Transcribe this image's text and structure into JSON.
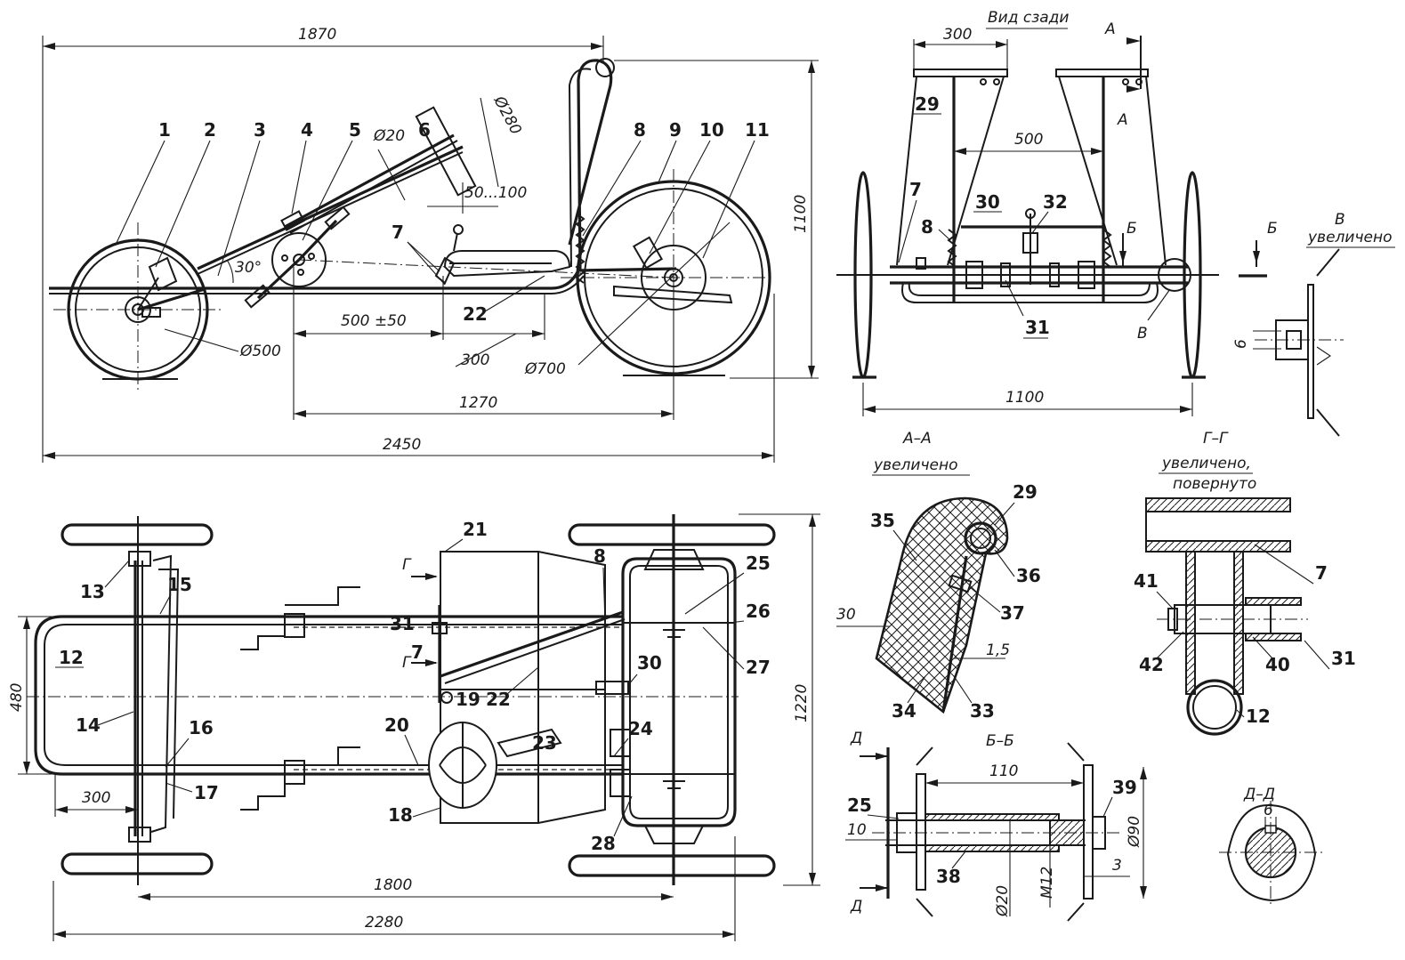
{
  "views": {
    "rear_view_title": "Вид сзади",
    "enlarged": "увеличено",
    "enlarged_rotated": "увеличено,",
    "rotated": "повернуто",
    "section_aa": "А–А",
    "section_bb": "Б–Б",
    "section_gg": "Г–Г",
    "section_dd": "Д–Д",
    "view_v": "В",
    "mark_a": "А",
    "mark_b": "Б",
    "mark_g": "Г",
    "mark_d": "Д",
    "mark_v": "В"
  },
  "dims": {
    "d1870": "1870",
    "d2450": "2450",
    "d1270": "1270",
    "d500pm": "500 ±50",
    "d300": "300",
    "d500dia": "Ø500",
    "d700dia": "Ø700",
    "d280dia": "Ø280",
    "d20dia": "Ø20",
    "d50100": "50...100",
    "d30deg": "30°",
    "d1100": "1100",
    "rear300": "300",
    "rear500": "500",
    "rear1100": "1100",
    "rear6": "6",
    "d480": "480",
    "d1220": "1220",
    "d1800": "1800",
    "d2280": "2280",
    "plan300": "300",
    "aa30": "30",
    "aa15": "1,5",
    "bb110": "110",
    "bb10": "10",
    "bb90": "Ø90",
    "bbm12": "M12",
    "bb20": "Ø20",
    "bb3": "3",
    "dd6": "6"
  },
  "parts": [
    "1",
    "2",
    "3",
    "4",
    "5",
    "6",
    "7",
    "8",
    "9",
    "10",
    "11",
    "12",
    "13",
    "14",
    "15",
    "16",
    "17",
    "18",
    "19",
    "20",
    "21",
    "22",
    "23",
    "24",
    "25",
    "26",
    "27",
    "28",
    "29",
    "30",
    "31",
    "32",
    "33",
    "34",
    "35",
    "36",
    "37",
    "38",
    "39",
    "40",
    "41",
    "42"
  ]
}
